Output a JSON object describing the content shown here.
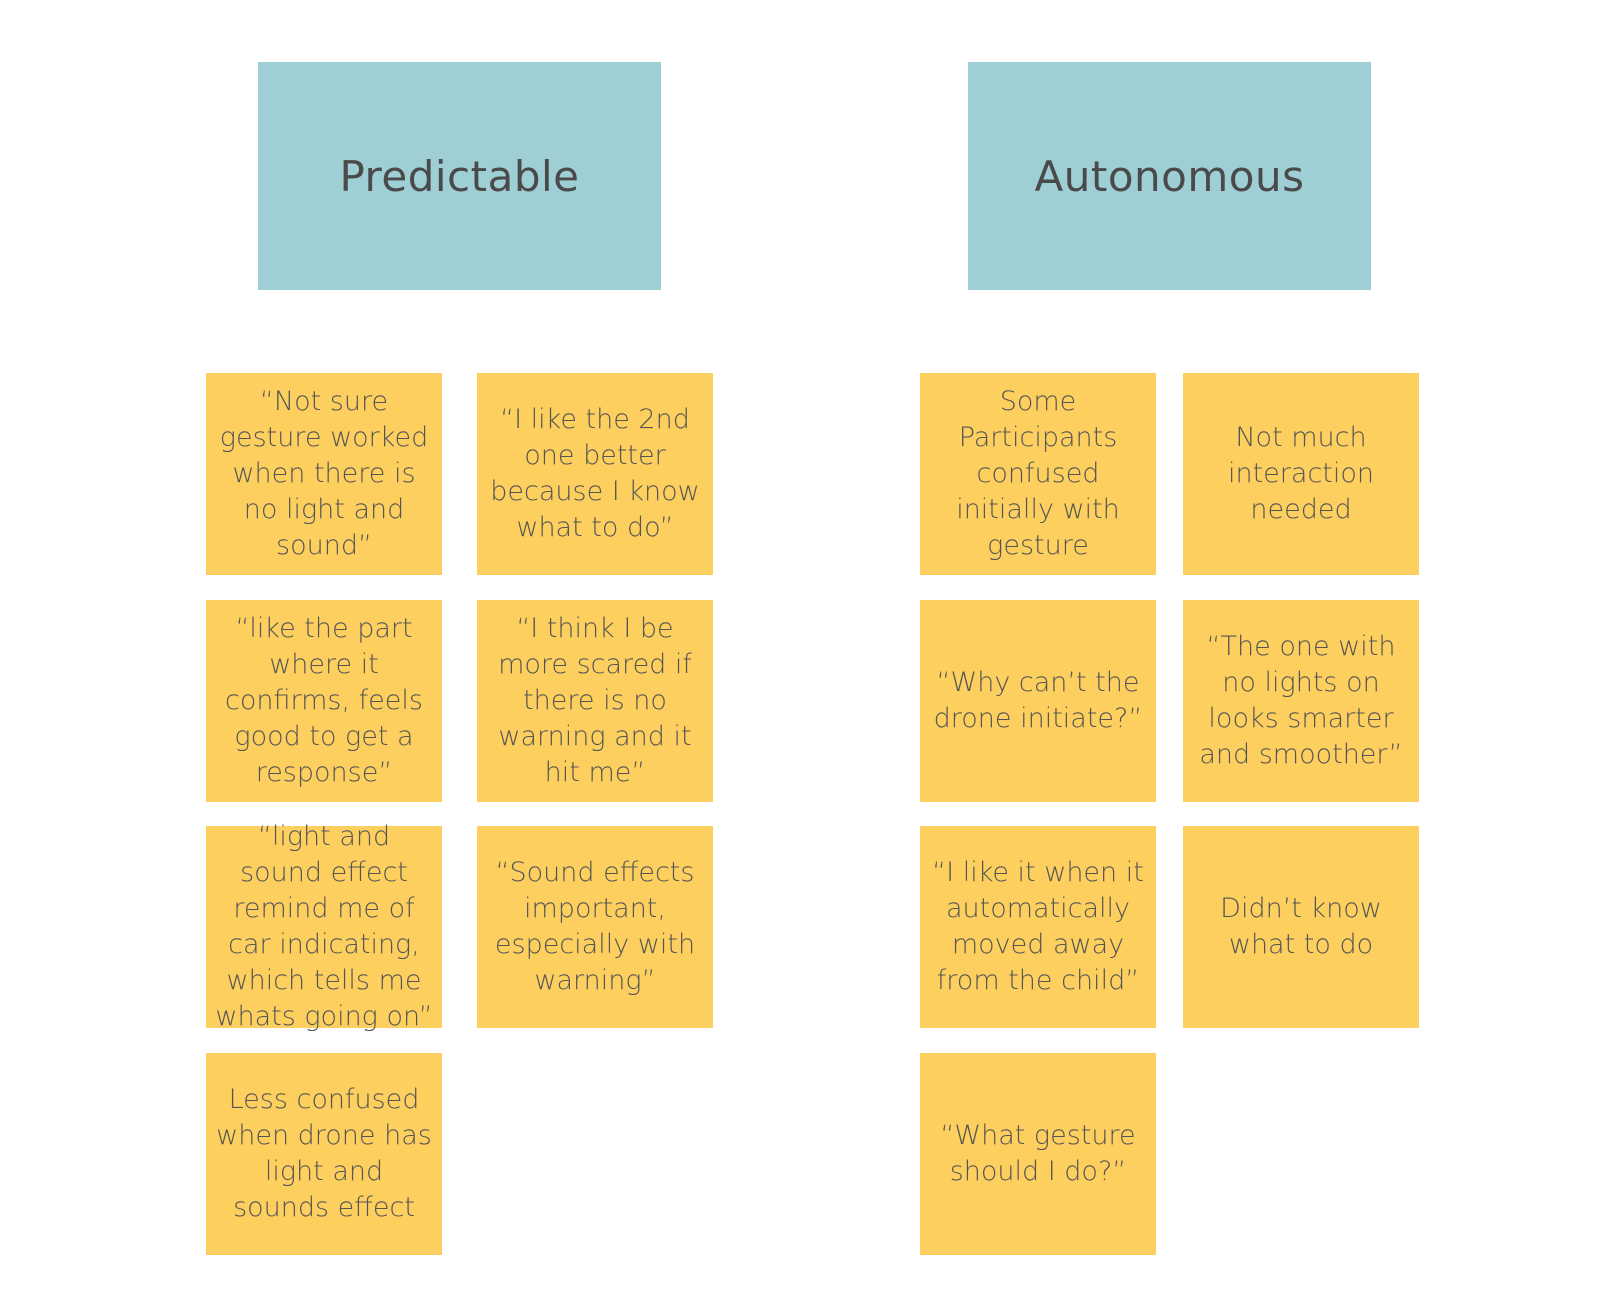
{
  "groups": [
    {
      "title": "Predictable",
      "notes": [
        "“Not sure gesture worked when there is no light and sound”",
        "“I like the 2nd one better because I know what to do”",
        "“like the part where it confirms, feels good to get a response”",
        "“I think I be more scared if there is no warning and it hit me”",
        "“light and sound effect remind me of car indicating, which tells me whats going on”",
        "“Sound effects important, especially with warning”",
        "Less confused when drone has light and sounds effect"
      ]
    },
    {
      "title": "Autonomous",
      "notes": [
        "Some Participants confused initially with gesture",
        "Not much interaction needed",
        "“Why can’t the drone initiate?”",
        "“The one with no lights on looks smarter and smoother”",
        "“I like it when it automatically moved away from the child”",
        "Didn’t know what to do",
        "“What gesture should I do?”"
      ]
    }
  ],
  "colors": {
    "header_bg": "#9ecfd5",
    "note_bg": "#fccf5e",
    "text": "#555555"
  }
}
